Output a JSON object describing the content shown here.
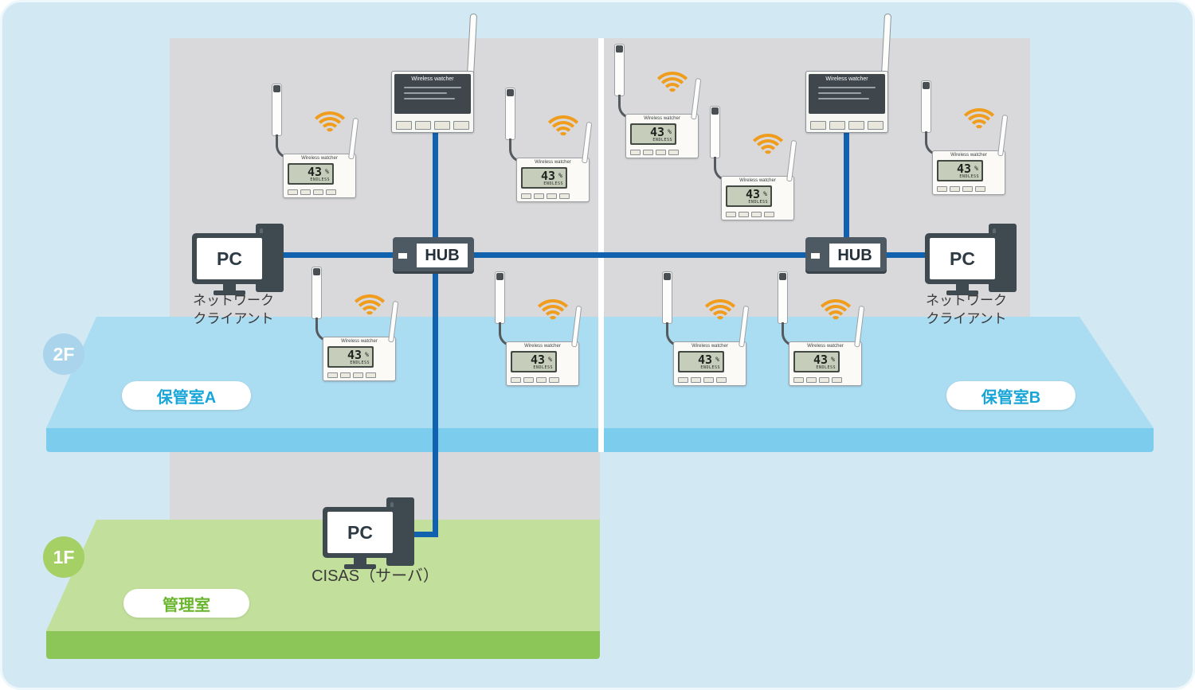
{
  "floors": {
    "f2": {
      "badge": "2F",
      "room_a": "保管室A",
      "room_b": "保管室B"
    },
    "f1": {
      "badge": "1F",
      "room": "管理室"
    }
  },
  "nodes": {
    "pc_label": "PC",
    "hub_label": "HUB",
    "client_caption": "ネットワーク\nクライアント",
    "server_caption": "CISAS（サーバ）"
  },
  "device": {
    "title": "Wireless watcher",
    "reading": "43",
    "unit": "%",
    "sub": "ENDLESS"
  },
  "colors": {
    "background": "#d2e9f4",
    "wall": "#d9d9db",
    "floor2_top": "#aadcf2",
    "floor2_front": "#7cccee",
    "floor1_top": "#c2df9c",
    "floor1_front": "#8dc658",
    "network_line": "#1061ae",
    "wifi_signal": "#f09d1d",
    "storage_room_text": "#18a6d8",
    "control_room_text": "#69b52c"
  }
}
